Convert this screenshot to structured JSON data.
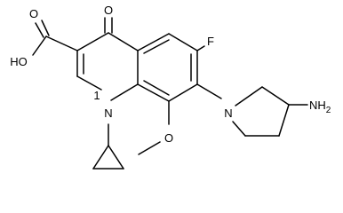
{
  "atom_labels": {
    "hydroxyl": "HO",
    "carbonyl_oxygen_acid": "O",
    "ketone_oxygen": "O",
    "fluorine": "F",
    "ring_nitrogen": "N",
    "ring_nitrogen_locant": "1",
    "pyrrolidine_nitrogen": "N",
    "amino": "NH",
    "amino_subscript": "2",
    "methoxy_oxygen": "O"
  }
}
